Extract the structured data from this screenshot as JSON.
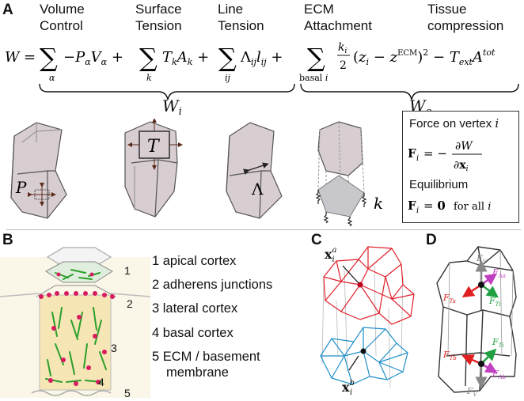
{
  "panel_a": {
    "letter": "A",
    "terms": [
      {
        "line1": "Volume",
        "line2": "Control"
      },
      {
        "line1": "Surface",
        "line2": "Tension"
      },
      {
        "line1": "Line",
        "line2": "Tension"
      },
      {
        "line1": "ECM",
        "line2": "Attachment"
      },
      {
        "line1": "Tissue",
        "line2": "compression"
      }
    ],
    "equation": {
      "lhs": "W =",
      "t1_sum_sub": "α",
      "t1": "−P_α V_α +",
      "t2_sum_sub": "k",
      "t2": "T_k A_k +",
      "t3_sum_sub": "ij",
      "t3": "Λ_ij l_ij +",
      "t4_sum_sub": "basal i",
      "t4": "k_i/2 (z_i − z^ECM)² − T_ext A^tot"
    },
    "brace_labels": {
      "internal": "W_i",
      "external": "W_e"
    },
    "cell_labels": {
      "pressure": "P",
      "tension": "T",
      "line": "Λ",
      "spring": "k"
    },
    "force_box": {
      "title": "Force on vertex",
      "title_var": "i",
      "formula": "F_i = −∂W/∂x_i",
      "subtitle": "Equilibrium",
      "condition": "F_i = 0",
      "condition_tail": "for all",
      "condition_var": "i"
    }
  },
  "panel_b": {
    "letter": "B",
    "legend": [
      "1 apical cortex",
      "2 adherens junctions",
      "3 lateral cortex",
      "4 basal cortex",
      "5 ECM / basement",
      "membrane"
    ],
    "callouts": [
      "1",
      "2",
      "3",
      "4",
      "5"
    ]
  },
  "panel_c": {
    "letter": "C",
    "labels": {
      "apical_vertex": "x_i^a",
      "basal_vertex": "x_i^b"
    }
  },
  "panel_d": {
    "letter": "D",
    "labels": [
      "F_V",
      "F_Λa",
      "F_Ta",
      "F_Ti",
      "F_Ti",
      "F_Tb",
      "F_Λb",
      "F_V"
    ]
  },
  "colors": {
    "cell_fill": "#d8cdd0",
    "apical_mesh": "#e0202a",
    "basal_mesh": "#1e8fc8",
    "actin": "#2ca02c",
    "junction": "#d81b60",
    "force_gray": "#888888",
    "force_magenta": "#c040c0",
    "force_red": "#e02020",
    "force_green": "#20a040"
  }
}
